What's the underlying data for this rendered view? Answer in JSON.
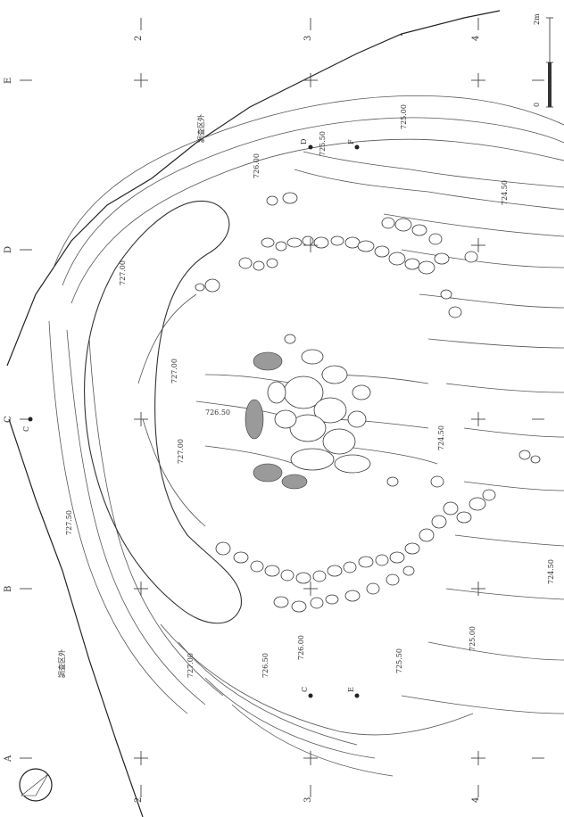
{
  "survey_outside_label": "調査区外",
  "grid": {
    "row_labels": [
      "A",
      "B",
      "C",
      "D",
      "E"
    ],
    "col_labels": [
      "2",
      "3",
      "4"
    ]
  },
  "points": [
    "C",
    "D",
    "E",
    "F"
  ],
  "contours": {
    "727.50": "727.50",
    "727.00": "727.00",
    "726.50": "726.50",
    "726.00": "726.00",
    "725.50": "725.50",
    "725.00": "725.00",
    "724.50": "724.50"
  },
  "scale": {
    "zero": "0",
    "max": "2m"
  },
  "colors": {
    "ink": "#333333",
    "paper": "#ffffff"
  },
  "icons": {
    "north": "north-arrow-icon"
  }
}
